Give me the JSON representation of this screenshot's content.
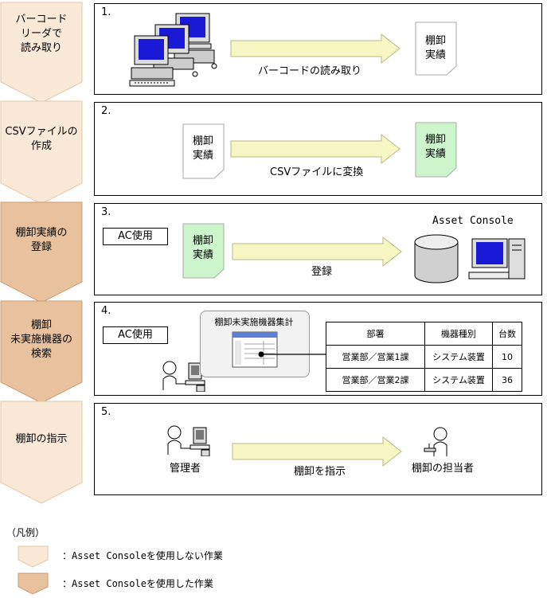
{
  "steps": [
    {
      "number": "1.",
      "label": [
        "バーコード",
        "リーダで",
        "読み取り"
      ],
      "type": "manual"
    },
    {
      "number": "2.",
      "label": [
        "CSVファイルの",
        "作成"
      ],
      "type": "manual"
    },
    {
      "number": "3.",
      "label": [
        "棚卸実績の",
        "登録"
      ],
      "type": "asset-console"
    },
    {
      "number": "4.",
      "label": [
        "棚卸",
        "未実施機器の",
        "検索"
      ],
      "type": "asset-console"
    },
    {
      "number": "5.",
      "label": [
        "棚卸の指示"
      ],
      "type": "manual"
    }
  ],
  "doc_label": [
    "棚卸",
    "実績"
  ],
  "ac_tag": "AC使用",
  "step1": {
    "arrow_label": "バーコードの読み取り"
  },
  "step2": {
    "arrow_label": "CSVファイルに変換"
  },
  "step3": {
    "arrow_label": "登録",
    "server_label": "Asset Console"
  },
  "step4": {
    "window_title": "棚卸未実施機器集計",
    "table": {
      "headers": [
        "部署",
        "機器種別",
        "台数"
      ],
      "rows": [
        [
          "営業部／営業1課",
          "システム装置",
          "10"
        ],
        [
          "営業部／営業2課",
          "システム装置",
          "36"
        ]
      ]
    }
  },
  "step5": {
    "manager_label": "管理者",
    "arrow_label": "棚卸を指示",
    "staff_label": "棚卸の担当者"
  },
  "legend": {
    "title": "（凡例）",
    "items": [
      {
        "text": "：Asset Consoleを使用しない作業",
        "type": "manual"
      },
      {
        "text": "：Asset Consoleを使用した作業",
        "type": "asset-console"
      }
    ]
  },
  "colors": {
    "manual_fill": "#fbe9d8",
    "manual_stroke": "#e3c7a8",
    "asset_console_fill": "#e8c29f",
    "asset_console_stroke": "#c99c73",
    "arrow_fill": "#f7f7c4",
    "arrow_stroke": "#b9b98a",
    "green_doc": "#ccf5cc",
    "screen_blue": "#1a1ad6"
  }
}
